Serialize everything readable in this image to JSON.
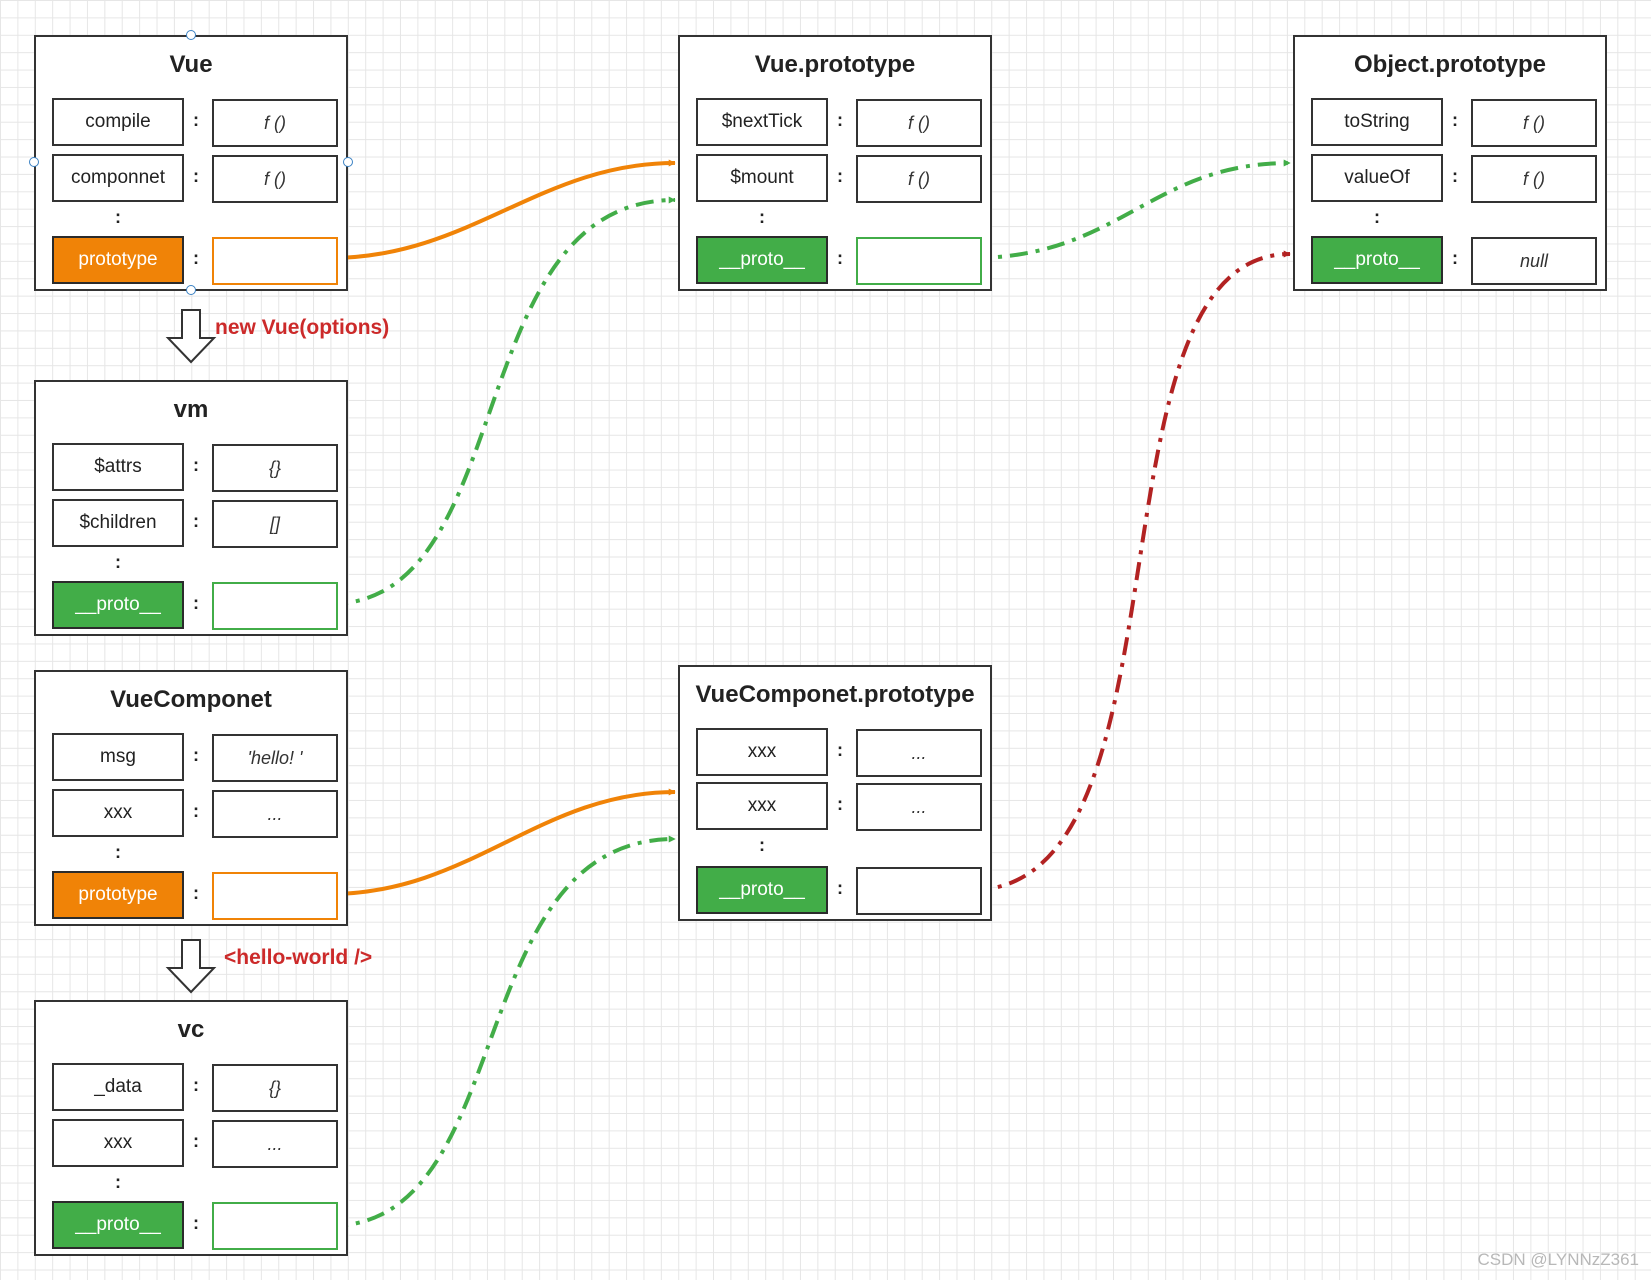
{
  "objects": {
    "vue": {
      "title": "Vue",
      "rows": [
        {
          "key": "compile",
          "value": "f ()"
        },
        {
          "key": "componnet",
          "value": "f ()"
        }
      ],
      "ellipsis": ":",
      "link": {
        "key": "prototype",
        "value": ""
      }
    },
    "vue_prototype": {
      "title": "Vue.prototype",
      "rows": [
        {
          "key": "$nextTick",
          "value": "f ()"
        },
        {
          "key": "$mount",
          "value": "f ()"
        }
      ],
      "ellipsis": ":",
      "link": {
        "key": "__proto__",
        "value": ""
      }
    },
    "object_prototype": {
      "title": "Object.prototype",
      "rows": [
        {
          "key": "toString",
          "value": "f ()"
        },
        {
          "key": "valueOf",
          "value": "f ()"
        }
      ],
      "ellipsis": ":",
      "link": {
        "key": "__proto__",
        "value": "null"
      }
    },
    "vm": {
      "title": "vm",
      "rows": [
        {
          "key": "$attrs",
          "value": "{}"
        },
        {
          "key": "$children",
          "value": "[]"
        }
      ],
      "ellipsis": ":",
      "link": {
        "key": "__proto__",
        "value": ""
      }
    },
    "vue_componet": {
      "title": "VueComponet",
      "rows": [
        {
          "key": "msg",
          "value": "'hello! '"
        },
        {
          "key": "xxx",
          "value": "..."
        }
      ],
      "ellipsis": ":",
      "link": {
        "key": "prototype",
        "value": ""
      }
    },
    "vue_componet_prototype": {
      "title": "VueComponet.prototype",
      "rows": [
        {
          "key": "xxx",
          "value": "..."
        },
        {
          "key": "xxx",
          "value": "..."
        }
      ],
      "ellipsis": ":",
      "link": {
        "key": "__proto__",
        "value": ""
      }
    },
    "vc": {
      "title": "vc",
      "rows": [
        {
          "key": "_data",
          "value": "{}"
        },
        {
          "key": "xxx",
          "value": "..."
        }
      ],
      "ellipsis": ":",
      "link": {
        "key": "__proto__",
        "value": ""
      }
    }
  },
  "labels": {
    "new_vue": "new Vue(options)",
    "hello_world": "<hello-world />"
  },
  "colon": ":",
  "watermark": "CSDN @LYNNzZ361",
  "colors": {
    "orange": "#f08307",
    "green": "#42ad48",
    "red": "#b22222",
    "label_red": "#cc2a2a"
  }
}
